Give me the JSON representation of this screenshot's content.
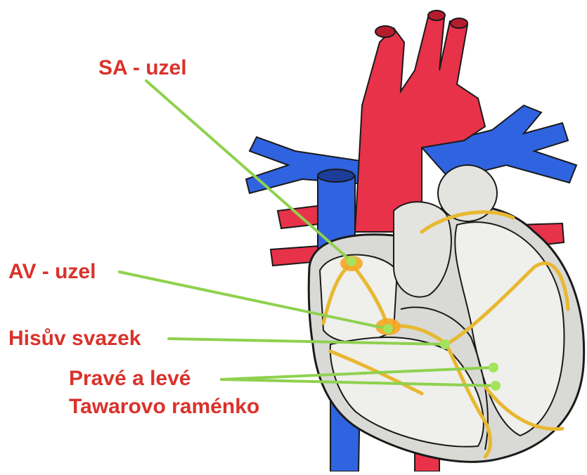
{
  "labels": {
    "sa_node": "SA - uzel",
    "av_node": "AV - uzel",
    "his_bundle": "Hisův svazek",
    "branches_line1": "Pravé a levé",
    "branches_line2": "Tawarovo raménko"
  },
  "colors": {
    "label_text": "#d9322b",
    "pointer_line": "#8fd14f",
    "artery_red": "#e8324a",
    "vein_blue": "#2f63e0",
    "conduction_yellow": "#e8b830",
    "node_highlight": "#f6a623",
    "muscle_grey": "#d9d9d6",
    "outline": "#1a1a1a"
  }
}
